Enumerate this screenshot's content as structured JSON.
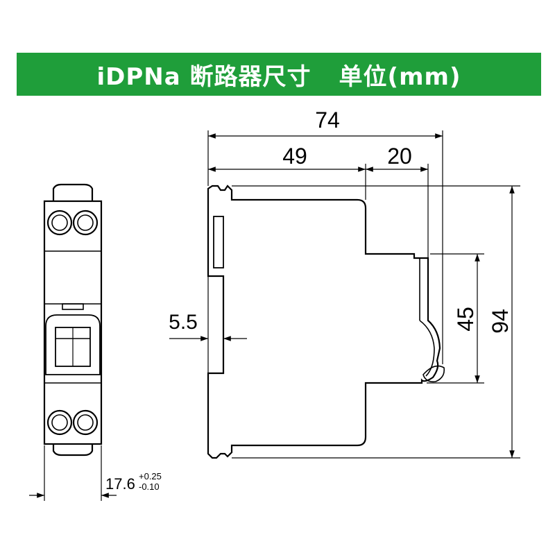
{
  "title": {
    "product": "iDPNa 断路器尺寸",
    "unit": "单位(mm)"
  },
  "dimensions": {
    "overall_depth": "74",
    "body_depth": "49",
    "front_depth": "20",
    "rail_offset": "5.5",
    "front_height": "45",
    "overall_height": "94",
    "width": "17.6",
    "width_tol_plus": "+0.25",
    "width_tol_minus": "-0.10"
  },
  "colors": {
    "header": "#1f9e3a",
    "header_text": "#ffffff",
    "line": "#000000"
  }
}
